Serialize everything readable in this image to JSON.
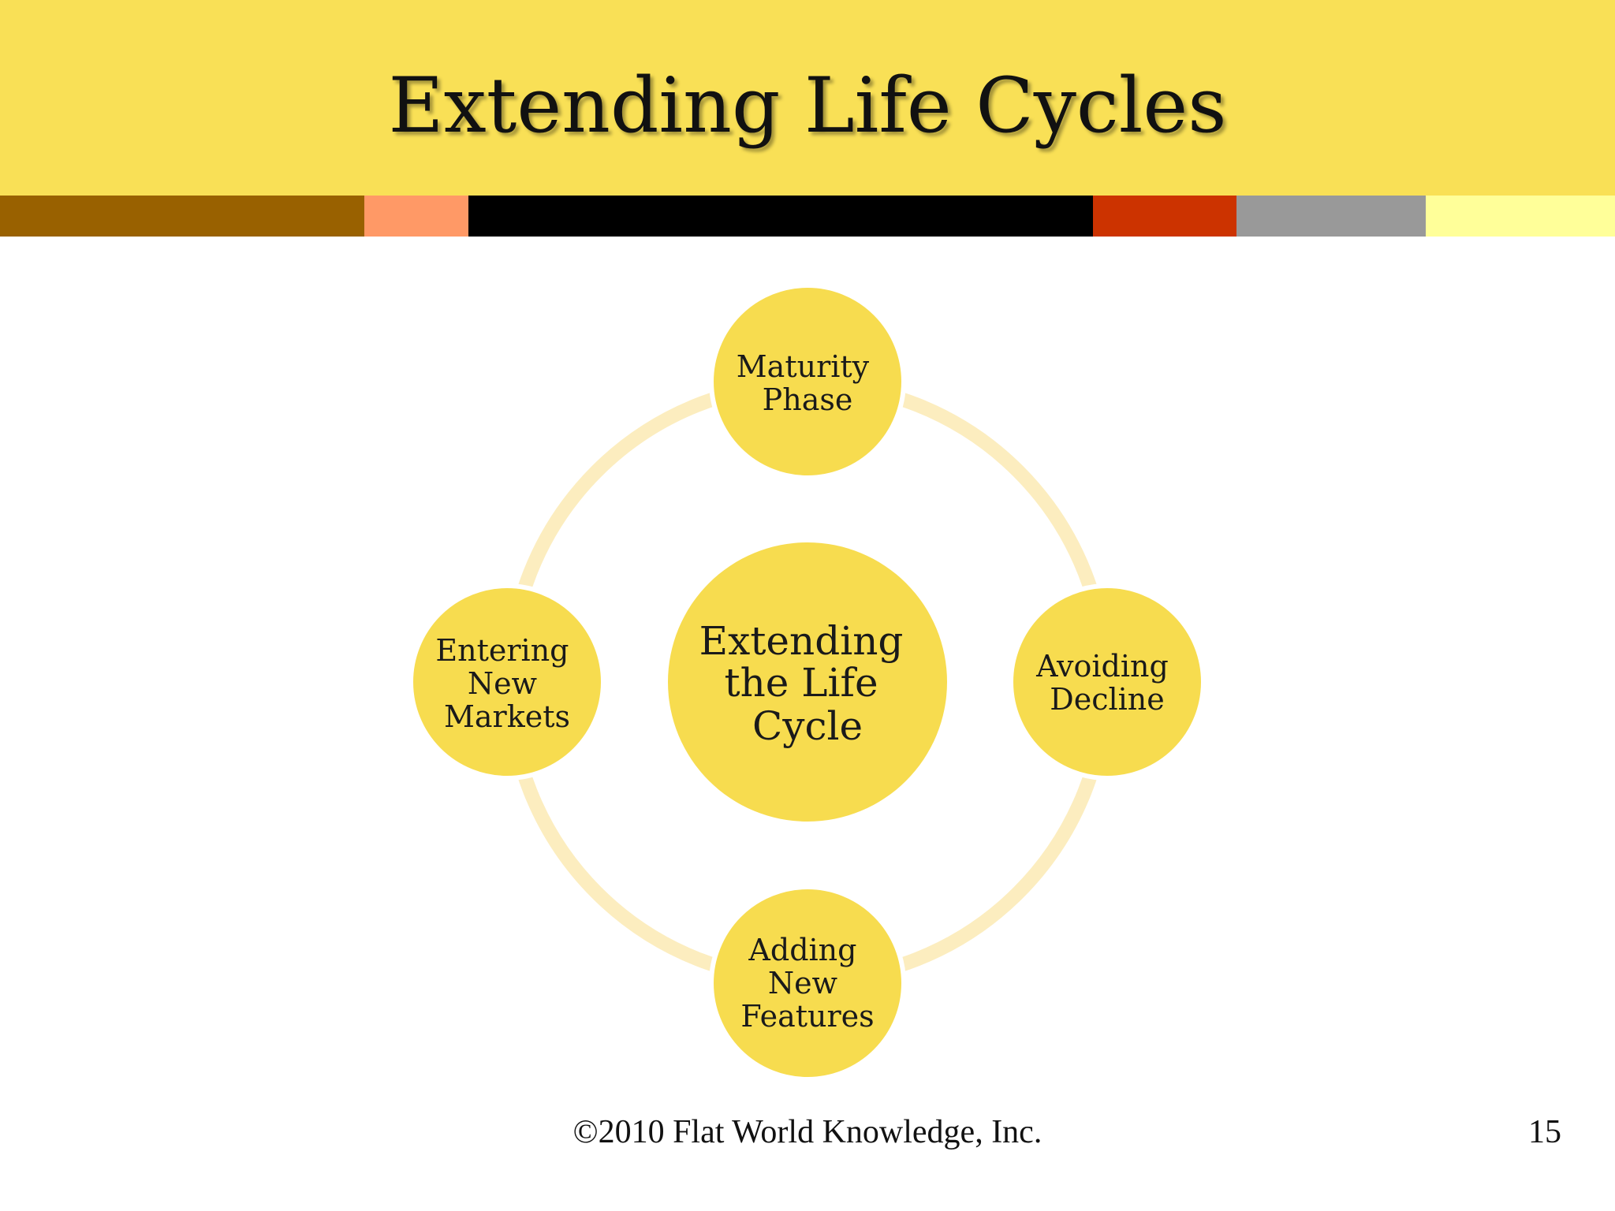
{
  "slide": {
    "title": "Extending Life Cycles",
    "footer": "©2010 Flat World Knowledge, Inc.",
    "page_number": "15"
  },
  "colors": {
    "header_bg": "#f9e056",
    "node_fill": "#f7dc4f",
    "ring": "#fcedbf",
    "bar_colors": [
      "#996100",
      "#ff9966",
      "#000000",
      "#cc3300",
      "#999999",
      "#ffff99"
    ]
  },
  "diagram": {
    "center": [
      "Extending",
      "the Life",
      "Cycle"
    ],
    "nodes": [
      {
        "id": "maturity-phase",
        "lines": [
          "Maturity",
          "Phase"
        ]
      },
      {
        "id": "avoiding-decline",
        "lines": [
          "Avoiding",
          "Decline"
        ]
      },
      {
        "id": "adding-new-features",
        "lines": [
          "Adding",
          "New",
          "Features"
        ]
      },
      {
        "id": "entering-new-markets",
        "lines": [
          "Entering",
          "New",
          "Markets"
        ]
      }
    ]
  }
}
